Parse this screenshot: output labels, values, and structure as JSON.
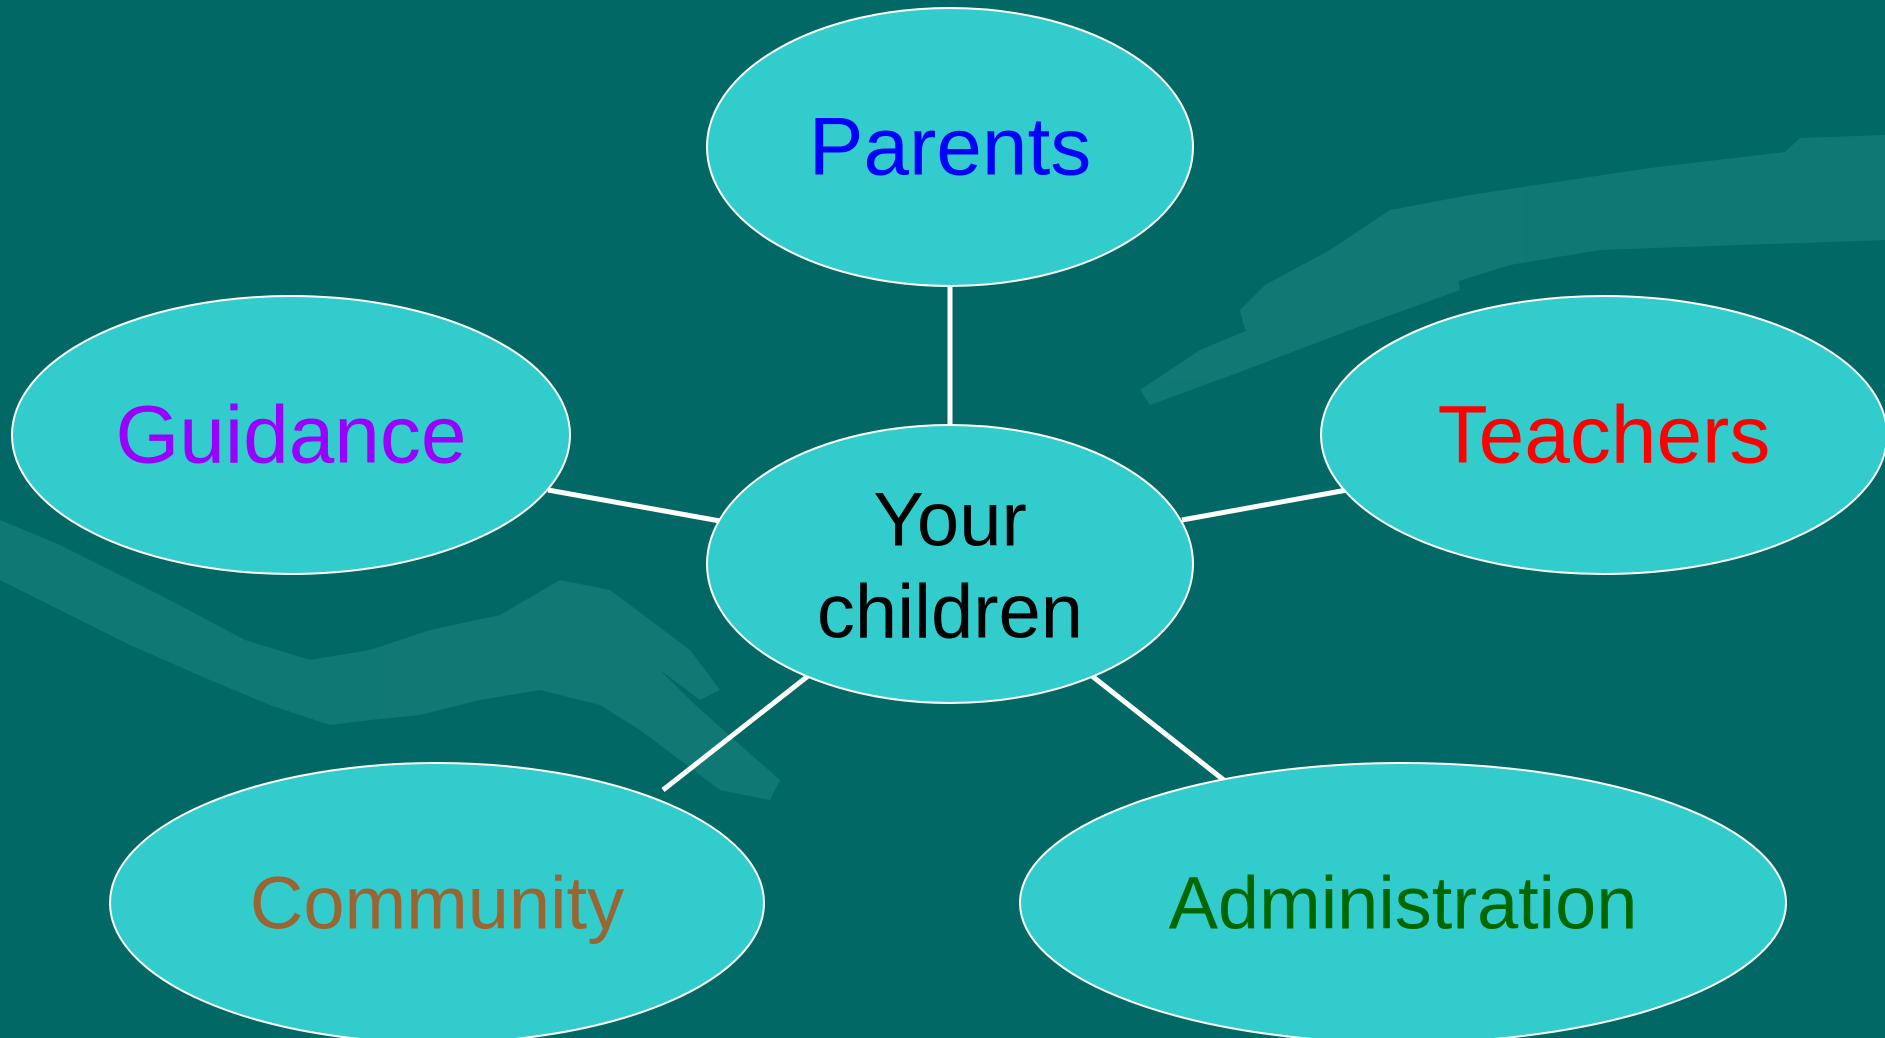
{
  "theme": {
    "background": "#016866",
    "node_fill": "#33CCCC",
    "node_stroke": "#FFFFFF",
    "connector_color": "#FFFFFF"
  },
  "diagram": {
    "center": {
      "line1": "Your",
      "line2": "children",
      "color": "#000000"
    },
    "nodes": [
      {
        "id": "parents",
        "label": "Parents",
        "color": "#0000FF"
      },
      {
        "id": "guidance",
        "label": "Guidance",
        "color": "#9900FF"
      },
      {
        "id": "teachers",
        "label": "Teachers",
        "color": "#FF0000"
      },
      {
        "id": "community",
        "label": "Community",
        "color": "#996633"
      },
      {
        "id": "administration",
        "label": "Administration",
        "color": "#006600"
      }
    ]
  }
}
